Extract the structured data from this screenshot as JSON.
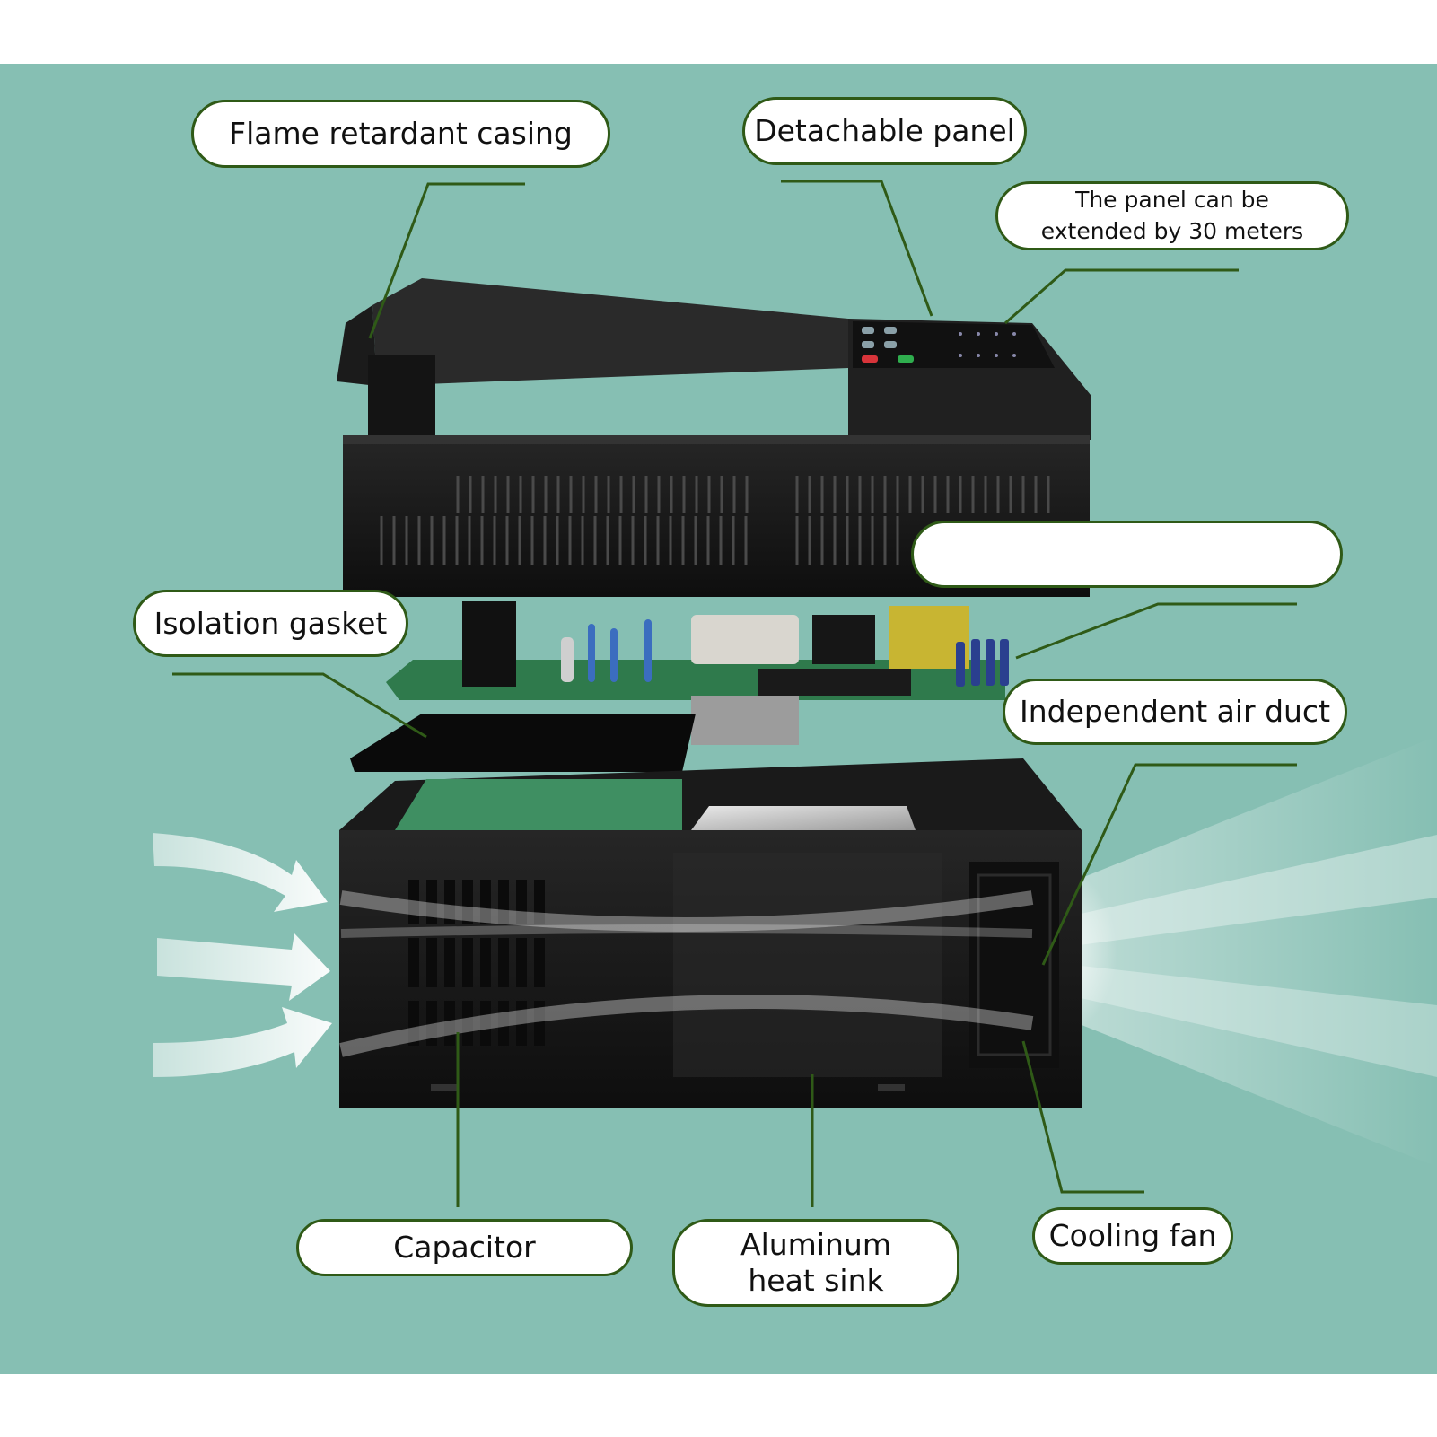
{
  "colors": {
    "background": "#86bfb3",
    "callout_border": "#2f5a17",
    "leader_line": "#2f5a17",
    "device_body": "#1c1c1c",
    "airflow": "#ffffff"
  },
  "callouts": {
    "flame_retardant_casing": "Flame retardant casing",
    "detachable_panel": "Detachable panel",
    "panel_extension": [
      "The panel can be",
      "extended by 30 meters"
    ],
    "blank_callout": "",
    "isolation_gasket": "Isolation gasket",
    "independent_air_duct": "Independent air duct",
    "capacitor": "Capacitor",
    "aluminum_heat_sink": [
      "Aluminum",
      "heat sink"
    ],
    "cooling_fan": "Cooling fan"
  },
  "illustration": {
    "subject": "exploded-view-inverter",
    "icons": [
      "keypad-icon",
      "circuit-board-icon",
      "airflow-arrow-icon",
      "cooling-fan-icon"
    ]
  }
}
